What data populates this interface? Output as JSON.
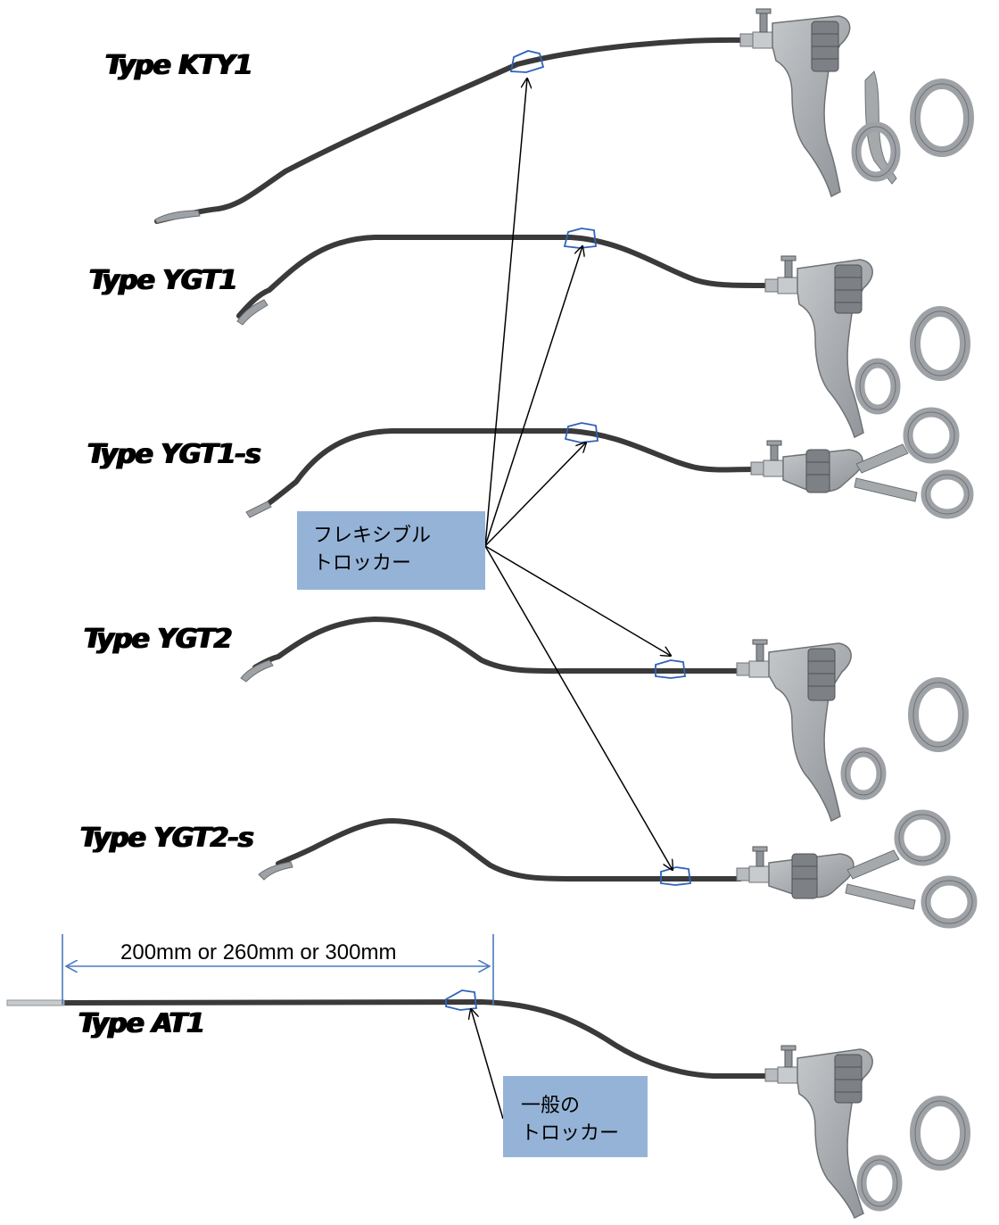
{
  "instruments": [
    {
      "label": "Type KTY1"
    },
    {
      "label": "Type YGT1"
    },
    {
      "label": "Type YGT1-s"
    },
    {
      "label": "Type YGT2"
    },
    {
      "label": "Type YGT2-s"
    },
    {
      "label": "Type AT1"
    }
  ],
  "callouts": {
    "flexible_trocar": {
      "line1": "フレキシブル",
      "line2": "トロッカー"
    },
    "general_trocar": {
      "line1": "一般の",
      "line2": "トロッカー"
    }
  },
  "dimension": {
    "text": "200mm or 260mm or 300mm"
  },
  "colors": {
    "shaft": "#3a3a3a",
    "handle": "#a6a9ac",
    "handle_dark": "#6e7275",
    "trocar_outline": "#2f62b8",
    "callout_bg": "#95b3d7",
    "dimension_line": "#4a7bbf",
    "arrow": "#000000"
  }
}
